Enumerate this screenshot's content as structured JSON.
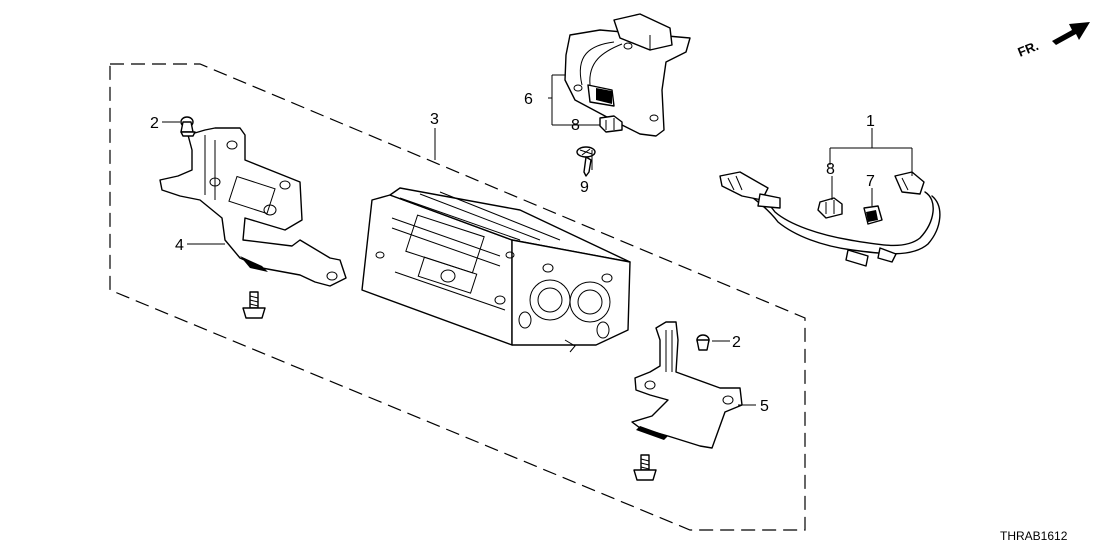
{
  "direction_indicator": {
    "text": "FR."
  },
  "diagram_code": "THRAB1612",
  "callouts": {
    "c1": "1",
    "c2a": "2",
    "c2b": "2",
    "c3": "3",
    "c4": "4",
    "c5": "5",
    "c6": "6",
    "c7": "7",
    "c8a": "8",
    "c8b": "8",
    "c9": "9"
  }
}
